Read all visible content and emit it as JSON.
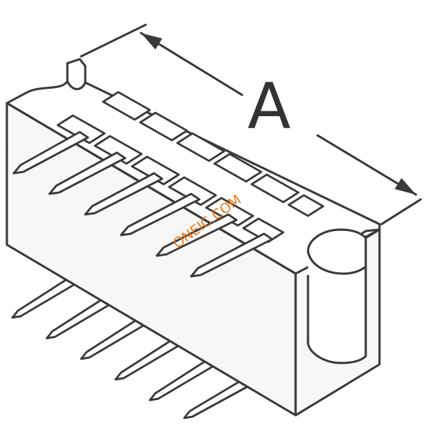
{
  "drawing": {
    "dimension_label": "A",
    "watermark": "ONEIC.COM",
    "pin_count_per_row": 6,
    "line_color": "#3a3a3a",
    "watermark_color": "#f07a1a"
  }
}
